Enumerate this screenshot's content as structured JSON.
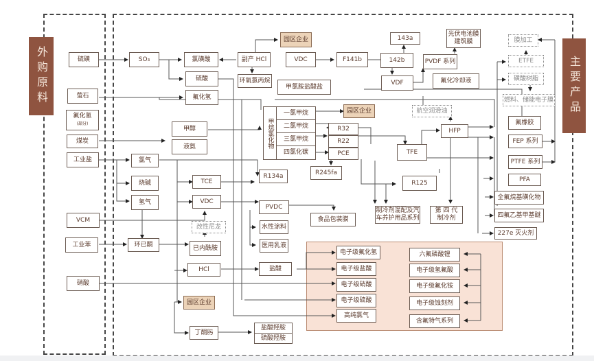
{
  "sections": {
    "left_label": "外购原料",
    "right_label": "主要产品"
  },
  "colors": {
    "section_label_bg": "#8f5440",
    "park_enterprise_bg": "#ecd3b8",
    "electronic_zone_bg": "#f9e2d6",
    "box_text": "#5a3a2c"
  },
  "raw_materials": [
    {
      "id": "sulfur",
      "label": "硫磺"
    },
    {
      "id": "fluorite",
      "label": "萤石"
    },
    {
      "id": "hf_part",
      "label": "氟化氢",
      "note": "(部分)"
    },
    {
      "id": "coal",
      "label": "煤炭"
    },
    {
      "id": "salt",
      "label": "工业盐"
    },
    {
      "id": "vcm",
      "label": "VCM"
    },
    {
      "id": "benzene",
      "label": "工业苯"
    },
    {
      "id": "nitric",
      "label": "硝酸"
    }
  ],
  "intermediates": {
    "so3": "SO₃",
    "chlorosulfonic": "氯磺酸",
    "sulfuric": "硫酸",
    "hf": "氟化氢",
    "byproduct_hcl": "副产 HCl",
    "park1": "园区企业",
    "epichlorohydrin": "环氧氯丙烷",
    "vdc_top": "VDC",
    "f141b": "F141b",
    "f142b": "142b",
    "f143a": "143a",
    "vdf": "VDF",
    "pvdf": "PVDF 系列",
    "pv_film": "光伏电池膜\n建筑膜",
    "fluoro_coolant": "氟化冷却液",
    "methylamine": "甲氯胺盐酸盐",
    "methanol": "甲醇",
    "liquid_ammonia": "液氨",
    "chloromethanes_group": "甲烷氯化物",
    "cm1": "一氯甲烷",
    "cm2": "二氯甲烷",
    "cm3": "三氯甲烷",
    "cm4": "四氯化碳",
    "park2": "园区企业",
    "r32": "R32",
    "r22": "R22",
    "pce": "PCE",
    "r245fa": "R245fa",
    "r134a": "R134a",
    "chlorine": "氯气",
    "caustic": "烧碱",
    "hydrogen": "氢气",
    "tce": "TCE",
    "vdc": "VDC",
    "nylon": "改性尼龙",
    "cyclohexanone": "环已酮",
    "caprolactam": "已内酰胺",
    "hcl": "HCl",
    "park3": "园区企业",
    "butanone_oxime": "丁酮肟",
    "pvdc": "PVDC",
    "food_pack": "食品包装膜",
    "water_coating": "水性涂料",
    "medical_latex": "医用乳液",
    "hydrochloric": "盐酸",
    "hydroxylamine_hcl": "盐酸羟胺",
    "hydroxylamine_sulf": "硫酸羟胺",
    "aero_lube": "航空润滑油",
    "tfe": "TFE",
    "hfp": "HFP",
    "r125": "R125",
    "refrig_blend": "制冷剂混配及汽\n车养护用品系列",
    "gen4_refrig": "第 四 代\n制冷剂"
  },
  "products": {
    "film_processing": "膜加工",
    "etfe": "ETFE",
    "sulfonic_resin": "磺酸树脂",
    "fuel_membrane": "燃料、储能电子膜",
    "fluororubber": "氟橡胶",
    "fep": "FEP 系列",
    "ptfe": "PTFE 系列",
    "pfa": "PFA",
    "perfluoro_sulfonyl": "全氟烷基磺化物",
    "tfe_ether": "四氟乙基甲基醚",
    "fire_227e": "227e 灭火剂"
  },
  "electronic_chemicals": {
    "left": [
      "电子级氟化氢",
      "电子级盐酸",
      "电子级硝酸",
      "电子级硫酸",
      "高纯氯气"
    ],
    "right": [
      "六氟磷酸锂",
      "电子级氢氟酸",
      "电子级氟化铵",
      "电子级蚀刻剂",
      "含氟特气系列"
    ]
  }
}
